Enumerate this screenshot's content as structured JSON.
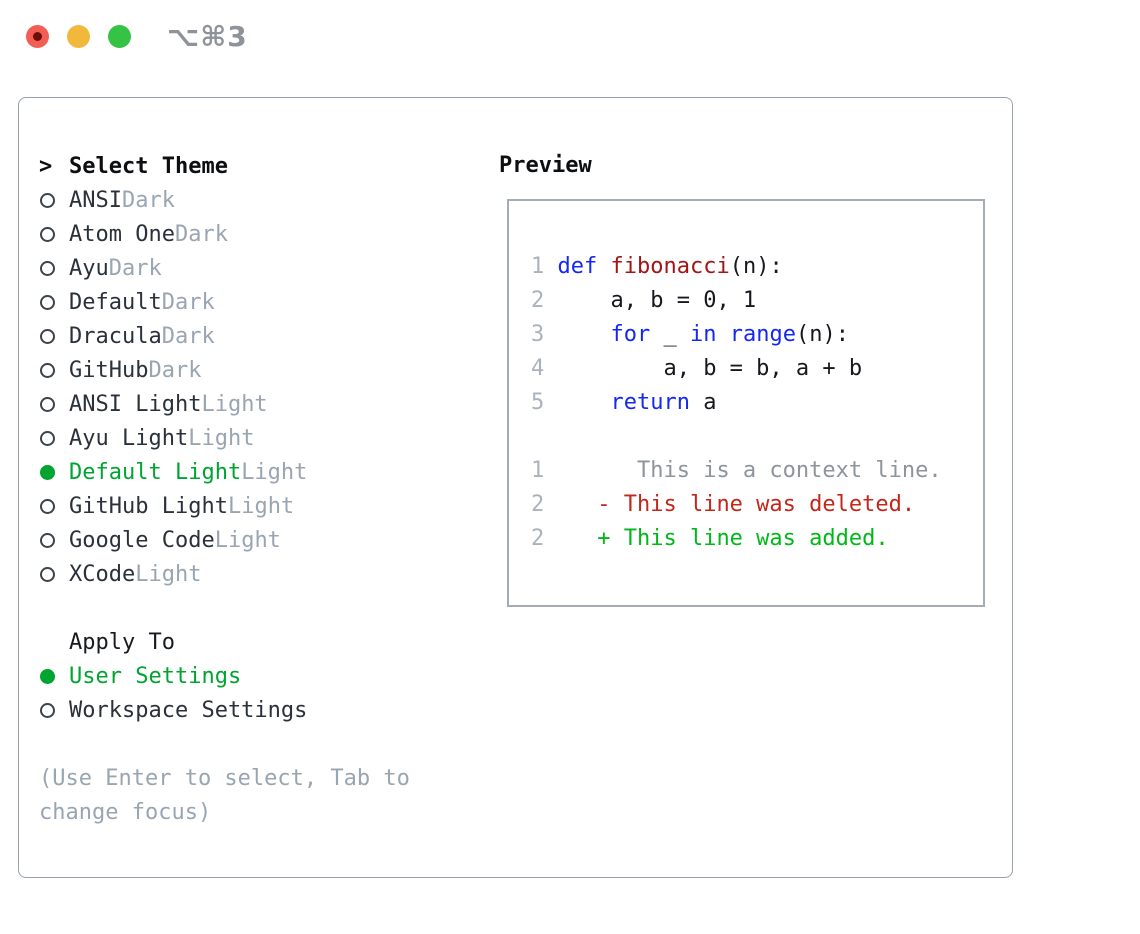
{
  "titlebar": {
    "title": "⌥⌘3",
    "buttons": [
      "close",
      "minimize",
      "zoom"
    ]
  },
  "selector": {
    "cursor": ">",
    "heading": "Select Theme",
    "themes": [
      {
        "name": "ANSI",
        "variant": "Dark",
        "selected": false
      },
      {
        "name": "Atom One",
        "variant": "Dark",
        "selected": false
      },
      {
        "name": "Ayu",
        "variant": "Dark",
        "selected": false
      },
      {
        "name": "Default",
        "variant": "Dark",
        "selected": false
      },
      {
        "name": "Dracula",
        "variant": "Dark",
        "selected": false
      },
      {
        "name": "GitHub",
        "variant": "Dark",
        "selected": false
      },
      {
        "name": "ANSI Light",
        "variant": "Light",
        "selected": false
      },
      {
        "name": "Ayu Light",
        "variant": "Light",
        "selected": false
      },
      {
        "name": "Default Light",
        "variant": "Light",
        "selected": true
      },
      {
        "name": "GitHub Light",
        "variant": "Light",
        "selected": false
      },
      {
        "name": "Google Code",
        "variant": "Light",
        "selected": false
      },
      {
        "name": "XCode",
        "variant": "Light",
        "selected": false
      }
    ],
    "apply_heading": "Apply To",
    "apply_options": [
      {
        "name": "User Settings",
        "selected": true
      },
      {
        "name": "Workspace Settings",
        "selected": false
      }
    ],
    "hint_lines": [
      "(Use Enter to select, Tab to",
      "change focus)"
    ]
  },
  "preview": {
    "heading": "Preview",
    "lines": [
      {
        "num": "1",
        "segs": [
          {
            "t": "def",
            "c": "keyword"
          },
          {
            "t": " ",
            "c": "default"
          },
          {
            "t": "fibonacci",
            "c": "function"
          },
          {
            "t": "(n):",
            "c": "default"
          }
        ]
      },
      {
        "num": "2",
        "segs": [
          {
            "t": "    a, b = 0, 1",
            "c": "default"
          }
        ]
      },
      {
        "num": "3",
        "segs": [
          {
            "t": "    ",
            "c": "default"
          },
          {
            "t": "for",
            "c": "keyword"
          },
          {
            "t": " _ ",
            "c": "default"
          },
          {
            "t": "in",
            "c": "keyword"
          },
          {
            "t": " ",
            "c": "default"
          },
          {
            "t": "range",
            "c": "keyword"
          },
          {
            "t": "(n):",
            "c": "default"
          }
        ]
      },
      {
        "num": "4",
        "segs": [
          {
            "t": "        a, b = b, a + b",
            "c": "default"
          }
        ]
      },
      {
        "num": "5",
        "segs": [
          {
            "t": "    ",
            "c": "default"
          },
          {
            "t": "return",
            "c": "keyword"
          },
          {
            "t": " a",
            "c": "default"
          }
        ]
      },
      {
        "num": "",
        "segs": []
      },
      {
        "num": "1",
        "segs": [
          {
            "t": "      This is a context line.",
            "c": "context"
          }
        ]
      },
      {
        "num": "2",
        "segs": [
          {
            "t": "   - This line was deleted.",
            "c": "deleted"
          }
        ]
      },
      {
        "num": "2",
        "segs": [
          {
            "t": "   + This line was added.",
            "c": "added"
          }
        ]
      }
    ]
  },
  "colors": {
    "accent_green": "#00a431",
    "added_green": "#00b918",
    "deleted_red": "#c3271b",
    "keyword_blue": "#1528f0",
    "function_red": "#a31515",
    "code_default": "#16181d",
    "context_gray": "#8d949c",
    "line_number_gray": "#a9b2bd",
    "name_text": "#2b313a",
    "muted_gray": "#9aa5b2",
    "panel_border": "#99a1ac",
    "preview_border": "#a6acb6",
    "titlebar_gray": "#8e9299",
    "traffic_red": "#f25e55",
    "traffic_red_dot": "#6b0f0b",
    "traffic_yellow": "#f2b83c",
    "traffic_green": "#35c245"
  }
}
